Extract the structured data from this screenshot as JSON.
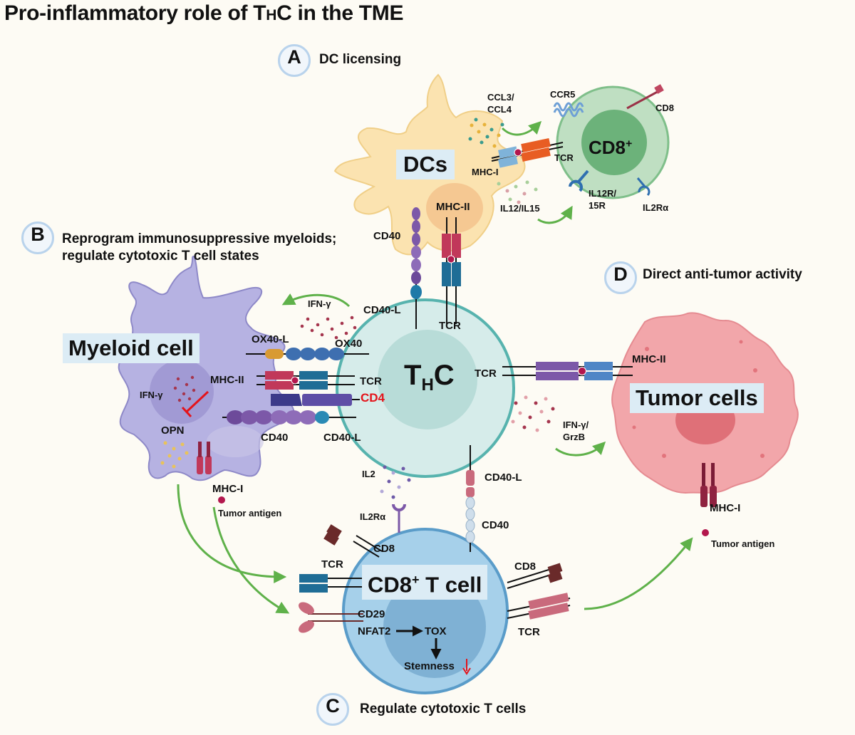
{
  "title": {
    "prefix": "Pro-inflammatory role of T",
    "sub": "H",
    "suffix": "C in the TME"
  },
  "sections": {
    "a": {
      "letter": "A",
      "text": "DC licensing"
    },
    "b": {
      "letter": "B",
      "line1": "Reprogram immunosuppressive myeloids;",
      "line2": "regulate cytotoxic T cell states"
    },
    "c": {
      "letter": "C",
      "text": "Regulate cytotoxic T cells"
    },
    "d": {
      "letter": "D",
      "text": "Direct anti-tumor activity"
    }
  },
  "cells": {
    "dc": "DCs",
    "cd8_top": {
      "main": "CD8",
      "sup": "+"
    },
    "myeloid": "Myeloid cell",
    "thc": {
      "main": "T",
      "sub": "H",
      "suffix": "C"
    },
    "tumor": "Tumor cells",
    "cd8_tcell": {
      "main": "CD8",
      "sup": "+",
      "suffix": " T cell"
    }
  },
  "labels": {
    "ccl": [
      "CCL3/",
      "CCL4"
    ],
    "ccr5": "CCR5",
    "cd8_a": "CD8",
    "mhc1_dc": "MHC-I",
    "tcr_dc": "TCR",
    "mhc2_dc": "MHC-II",
    "il12": "IL12/IL15",
    "il12r": [
      "IL12R/",
      "15R"
    ],
    "il2ra_top": "IL2Rα",
    "cd40_top": "CD40",
    "cd40l_top": "CD40-L",
    "tcr_top": "TCR",
    "ifng_top": "IFN-γ",
    "ox40l": "OX40-L",
    "ox40": "OX40",
    "mhc2_my": "MHC-II",
    "tcr_my": "TCR",
    "cd4": "CD4",
    "cd40_my": "CD40",
    "cd40l_my": "CD40-L",
    "ifng_my": "IFN-γ",
    "opn": "OPN",
    "mhc1_my": "MHC-I",
    "tumor_ag_my": "Tumor antigen",
    "tcr_tumor": "TCR",
    "mhc2_tumor": "MHC-II",
    "ifng_grzb": [
      "IFN-γ/",
      "GrzB"
    ],
    "il2": "IL2",
    "il2ra_bot": "IL2Rα",
    "cd40l_bot": "CD40-L",
    "cd40_bot": "CD40",
    "mhc1_tumor": "MHC-I",
    "tumor_ag_tumor": "Tumor antigen",
    "cd8_b1": "CD8",
    "tcr_b1": "TCR",
    "cd8_b2": "CD8",
    "tcr_b2": "TCR",
    "cd29": "CD29",
    "nfat2": "NFAT2",
    "tox": "TOX",
    "stemness": "Stemness"
  },
  "colors": {
    "background": "#fdfbf4",
    "thc_fill": "#cfe7e4",
    "thc_border": "#57b3ae",
    "cd8_fill": "#a9d3b0",
    "dc_fill": "#fbe3b0",
    "myeloid_fill": "#b6b2e2",
    "tumor_fill": "#f2a6aa",
    "cd8tcell_fill": "#a6d0ea",
    "arrow_green": "#5fb14a",
    "cd4_red": "#e4141b"
  }
}
